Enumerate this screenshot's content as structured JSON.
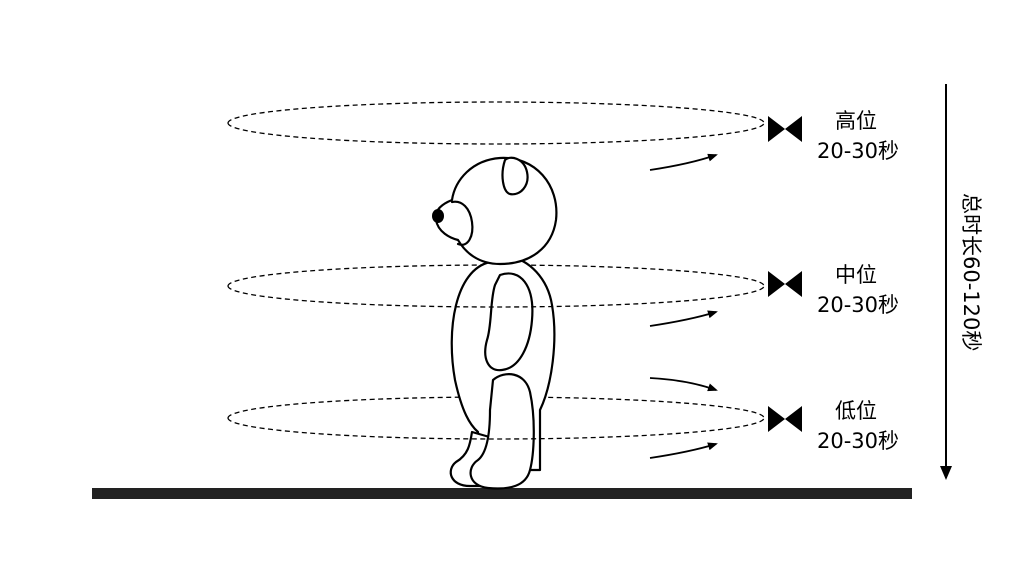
{
  "levels": [
    {
      "name": "高位",
      "duration": "20-30秒"
    },
    {
      "name": "中位",
      "duration": "20-30秒"
    },
    {
      "name": "低位",
      "duration": "20-30秒"
    }
  ],
  "total": {
    "label": "总时长60-120秒"
  },
  "colors": {
    "ink": "#000000",
    "background": "#ffffff"
  }
}
